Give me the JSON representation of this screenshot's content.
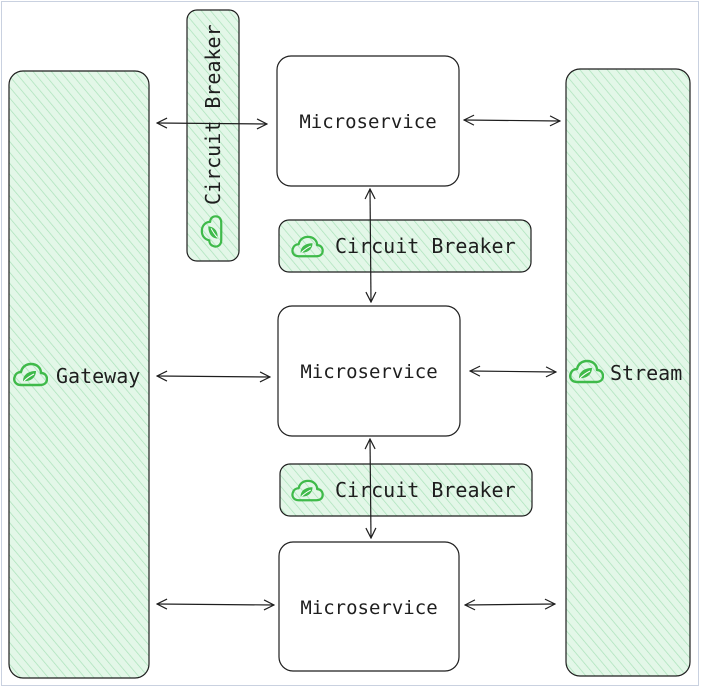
{
  "diagram": {
    "gateway": {
      "label": "Gateway",
      "icon": "spring-cloud-icon"
    },
    "stream": {
      "label": "Stream",
      "icon": "spring-cloud-icon"
    },
    "microservices": [
      {
        "label": "Microservice"
      },
      {
        "label": "Microservice"
      },
      {
        "label": "Microservice"
      }
    ],
    "circuit_breakers": [
      {
        "label": "Circuit Breaker",
        "icon": "spring-cloud-icon"
      },
      {
        "label": "Circuit Breaker",
        "icon": "spring-cloud-icon"
      },
      {
        "label": "Circuit Breaker",
        "icon": "spring-cloud-icon"
      }
    ],
    "colors": {
      "accent_fill": "#d4f2dc",
      "hatch": "#9edcb0",
      "stroke": "#1e1e1e",
      "icon_green": "#3fba4a"
    }
  }
}
